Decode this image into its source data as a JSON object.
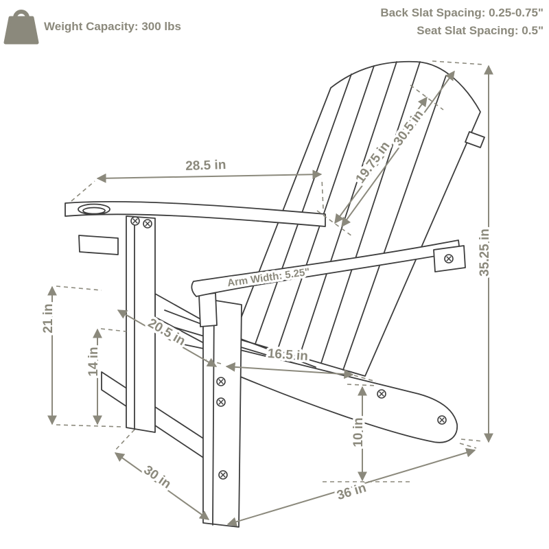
{
  "colors": {
    "dimension_text": "#8b897c",
    "line_art": "#3d3d3d",
    "background": "#ffffff"
  },
  "header": {
    "weight_capacity": "Weight Capacity: 300 lbs",
    "back_slat_spacing": "Back Slat Spacing: 0.25-0.75\"",
    "seat_slat_spacing": "Seat Slat Spacing: 0.5\""
  },
  "dimensions": {
    "arm_span": "28.5 in",
    "back_width": "19.75 in",
    "back_length": "30.5 in",
    "overall_height": "35.25 in",
    "arm_height": "21 in",
    "seat_front_height": "14 in",
    "seat_depth": "20.5 in",
    "seat_width": "16.5 in",
    "arm_width": "Arm Width: 5.25\"",
    "ground_clearance": "10 in",
    "base_width": "30 in",
    "overall_depth": "36 in"
  }
}
